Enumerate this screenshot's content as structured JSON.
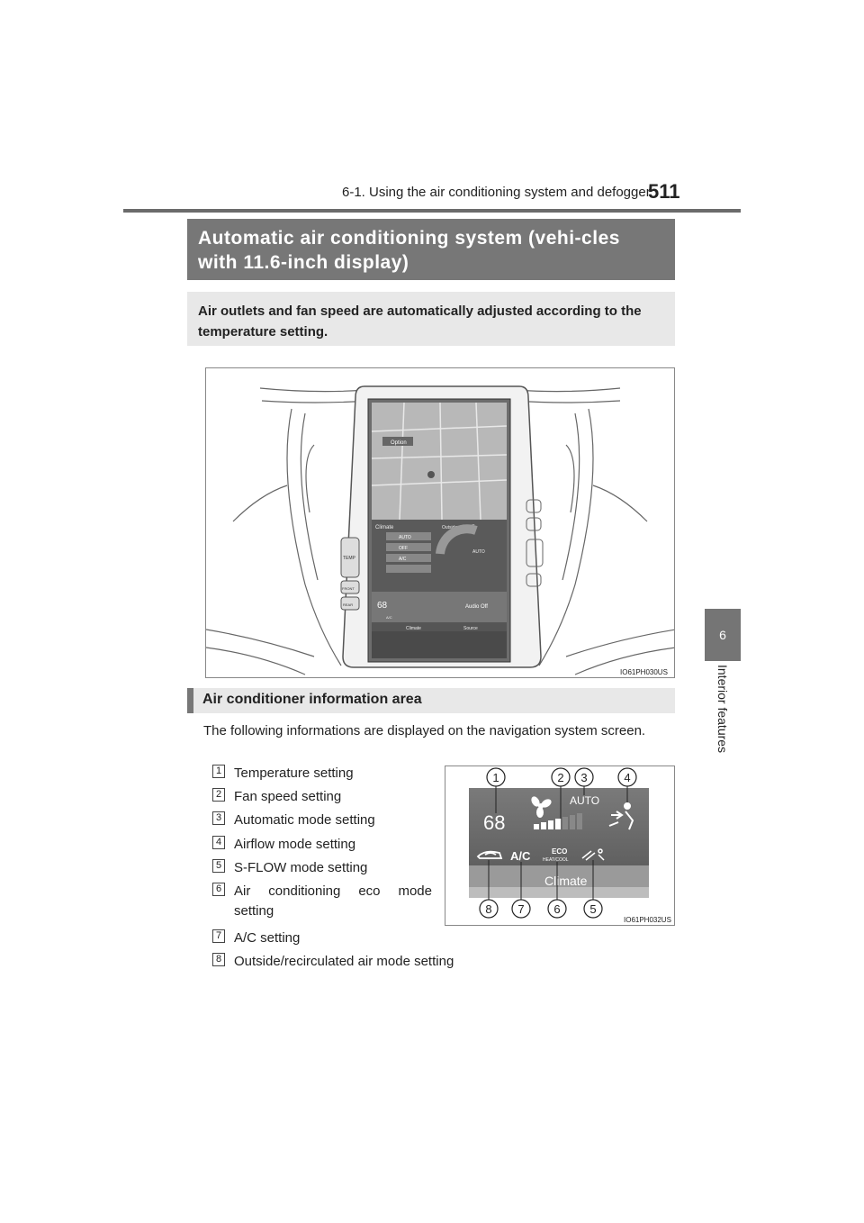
{
  "header": {
    "section": "6-1. Using the air conditioning system and defogger",
    "page_number": "511"
  },
  "side_tab": {
    "number": "6",
    "label": "Interior features"
  },
  "title": "Automatic air conditioning system (vehi-cles with 11.6-inch display)",
  "intro": "Air outlets and fan speed are automatically adjusted according to the temperature setting.",
  "figure1": {
    "code": "IO61PH030US",
    "screen": {
      "map_labels": [
        "Option"
      ],
      "climate_label": "Climate",
      "outside_label": "Outside",
      "outside_temp": "68 °F",
      "buttons": [
        "AUTO",
        "OFF",
        "A/C"
      ],
      "auto_label": "AUTO",
      "temp_value": "68",
      "ac_small": "A/C",
      "audio_off": "Audio Off",
      "bottom_tabs": [
        "Climate",
        "Source"
      ]
    },
    "knob_labels": [
      "TEMP",
      "FRONT",
      "REAR"
    ]
  },
  "section_heading": "Air conditioner information area",
  "body_text": "The following informations are displayed on the navigation system screen.",
  "items": [
    {
      "num": "1",
      "label": "Temperature setting"
    },
    {
      "num": "2",
      "label": "Fan speed setting"
    },
    {
      "num": "3",
      "label": "Automatic mode setting"
    },
    {
      "num": "4",
      "label": "Airflow mode setting"
    },
    {
      "num": "5",
      "label": "S-FLOW mode setting"
    },
    {
      "num": "6",
      "label": "Air conditioning eco mode setting"
    },
    {
      "num": "7",
      "label": "A/C setting"
    },
    {
      "num": "8",
      "label": "Outside/recirculated air mode setting"
    }
  ],
  "figure2": {
    "code": "IO61PH032US",
    "temp": "68",
    "auto": "AUTO",
    "ac": "A/C",
    "eco_line1": "ECO",
    "eco_line2": "HEAT/COOL",
    "climate": "Climate",
    "callouts_top": [
      "1",
      "2",
      "3",
      "4"
    ],
    "callouts_bottom": [
      "8",
      "7",
      "6",
      "5"
    ]
  }
}
